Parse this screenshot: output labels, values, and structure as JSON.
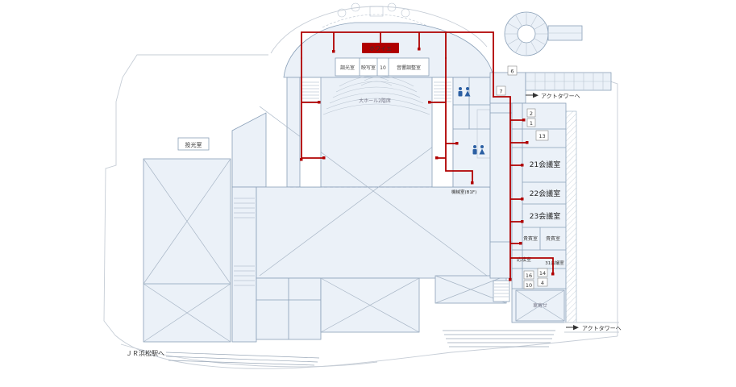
{
  "plan": {
    "foyer": "ホワイエ",
    "light_control_room": "調光室",
    "projection_room": "映写室",
    "projection_room_no": "10",
    "sound_control_room": "音響調整室",
    "main_hall_seats": "大ホール2階席",
    "spotlight_room": "投光室",
    "machine_room": "機械室(B1F)",
    "meeting_room_21": "21会議室",
    "meeting_room_22": "22会議室",
    "meeting_room_23": "23会議室",
    "vip_room_a": "貴賓室",
    "vip_room_b": "貴賓室",
    "reception_room": "応接室",
    "meeting_room_31": "31会議室",
    "porte_cochere": "車寄せ",
    "to_act_tower": "アクトタワーへ",
    "to_jr_station": "ＪＲ浜松駅へ"
  },
  "stair_numbers": {
    "s6": "6",
    "s7": "7",
    "s2": "2",
    "s1": "1",
    "s13": "13",
    "s16": "16",
    "s10": "10",
    "s14": "14",
    "s4": "4"
  },
  "colors": {
    "route": "#b00000",
    "building": "#ebf1f8",
    "wall": "#8aa0b8",
    "restroom": "#2b5fa3"
  }
}
